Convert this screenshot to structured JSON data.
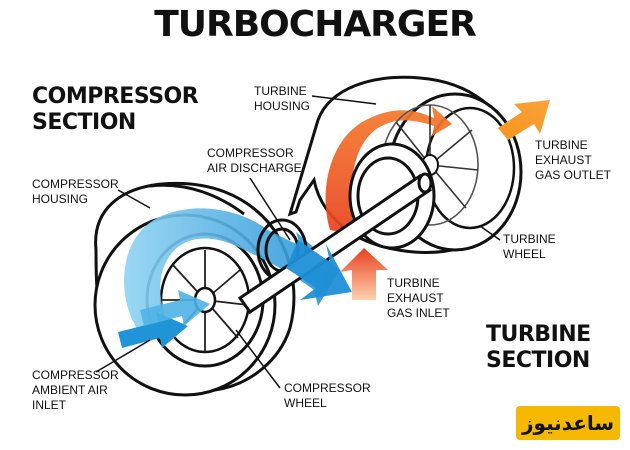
{
  "title": "TURBOCHARGER",
  "sections": {
    "compressor": [
      "COMPRESSOR",
      "SECTION"
    ],
    "turbine": [
      "TURBINE",
      "SECTION"
    ]
  },
  "labels": {
    "turbine_housing": [
      "TURBINE",
      "HOUSING"
    ],
    "compressor_air_discharge": [
      "COMPRESSOR",
      "AIR DISCHARGE"
    ],
    "compressor_housing": [
      "COMPRESSOR",
      "HOUSING"
    ],
    "turbine_exhaust_gas_outlet": [
      "TURBINE",
      "EXHAUST",
      "GAS OUTLET"
    ],
    "turbine_wheel": [
      "TURBINE",
      "WHEEL"
    ],
    "turbine_exhaust_gas_inlet": [
      "TURBINE",
      "EXHAUST",
      "GAS INLET"
    ],
    "compressor_ambient_air_inlet": [
      "COMPRESSOR",
      "AMBIENT AIR",
      "INLET"
    ],
    "compressor_wheel": [
      "COMPRESSOR",
      "WHEEL"
    ]
  },
  "watermark": {
    "text": "ساعدنیوز"
  },
  "colors": {
    "compressor_air": "#29a8e0",
    "turbine_gas_hot": "#e8401e",
    "turbine_gas_warm": "#f7941d",
    "outline": "#111111",
    "logo_bg": "#f6b800"
  }
}
